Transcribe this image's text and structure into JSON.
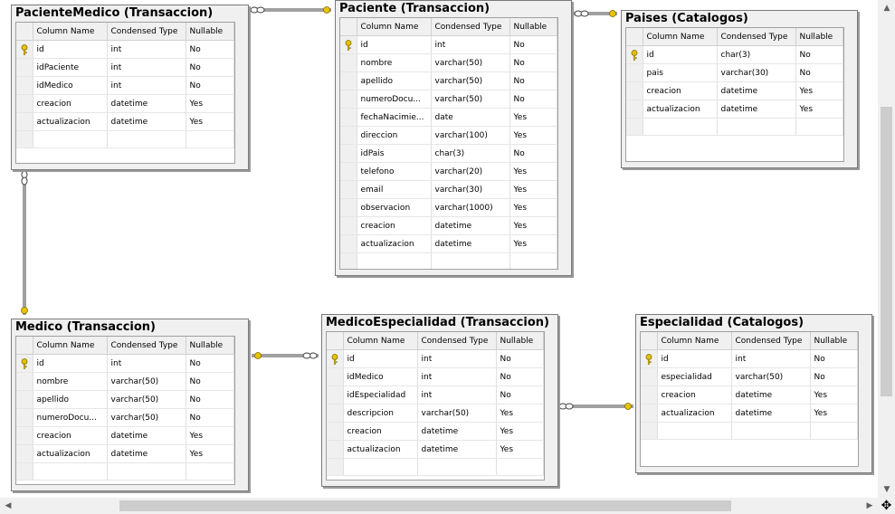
{
  "headers": {
    "col1": "Column Name",
    "col2": "Condensed Type",
    "col3": "Nullable"
  },
  "tables": {
    "pacienteMedico": {
      "title": "PacienteMedico (Transaccion)",
      "rows": [
        {
          "name": "id",
          "type": "int",
          "nullable": "No",
          "pk": true
        },
        {
          "name": "idPaciente",
          "type": "int",
          "nullable": "No",
          "pk": false
        },
        {
          "name": "idMedico",
          "type": "int",
          "nullable": "No",
          "pk": false
        },
        {
          "name": "creacion",
          "type": "datetime",
          "nullable": "Yes",
          "pk": false
        },
        {
          "name": "actualizacion",
          "type": "datetime",
          "nullable": "Yes",
          "pk": false
        }
      ]
    },
    "paciente": {
      "title": "Paciente (Transaccion)",
      "rows": [
        {
          "name": "id",
          "type": "int",
          "nullable": "No",
          "pk": true
        },
        {
          "name": "nombre",
          "type": "varchar(50)",
          "nullable": "No",
          "pk": false
        },
        {
          "name": "apellido",
          "type": "varchar(50)",
          "nullable": "No",
          "pk": false
        },
        {
          "name": "numeroDocu...",
          "type": "varchar(50)",
          "nullable": "No",
          "pk": false
        },
        {
          "name": "fechaNacimie...",
          "type": "date",
          "nullable": "Yes",
          "pk": false
        },
        {
          "name": "direccion",
          "type": "varchar(100)",
          "nullable": "Yes",
          "pk": false
        },
        {
          "name": "idPais",
          "type": "char(3)",
          "nullable": "No",
          "pk": false
        },
        {
          "name": "telefono",
          "type": "varchar(20)",
          "nullable": "Yes",
          "pk": false
        },
        {
          "name": "email",
          "type": "varchar(30)",
          "nullable": "Yes",
          "pk": false
        },
        {
          "name": "observacion",
          "type": "varchar(1000)",
          "nullable": "Yes",
          "pk": false
        },
        {
          "name": "creacion",
          "type": "datetime",
          "nullable": "Yes",
          "pk": false
        },
        {
          "name": "actualizacion",
          "type": "datetime",
          "nullable": "Yes",
          "pk": false
        }
      ]
    },
    "paises": {
      "title": "Paises (Catalogos)",
      "rows": [
        {
          "name": "id",
          "type": "char(3)",
          "nullable": "No",
          "pk": true
        },
        {
          "name": "pais",
          "type": "varchar(30)",
          "nullable": "No",
          "pk": false
        },
        {
          "name": "creacion",
          "type": "datetime",
          "nullable": "Yes",
          "pk": false
        },
        {
          "name": "actualizacion",
          "type": "datetime",
          "nullable": "Yes",
          "pk": false
        }
      ]
    },
    "medico": {
      "title": "Medico (Transaccion)",
      "rows": [
        {
          "name": "id",
          "type": "int",
          "nullable": "No",
          "pk": true
        },
        {
          "name": "nombre",
          "type": "varchar(50)",
          "nullable": "No",
          "pk": false
        },
        {
          "name": "apellido",
          "type": "varchar(50)",
          "nullable": "No",
          "pk": false
        },
        {
          "name": "numeroDocu...",
          "type": "varchar(50)",
          "nullable": "No",
          "pk": false
        },
        {
          "name": "creacion",
          "type": "datetime",
          "nullable": "Yes",
          "pk": false
        },
        {
          "name": "actualizacion",
          "type": "datetime",
          "nullable": "Yes",
          "pk": false
        }
      ]
    },
    "medicoEspecialidad": {
      "title": "MedicoEspecialidad (Transaccion)",
      "rows": [
        {
          "name": "id",
          "type": "int",
          "nullable": "No",
          "pk": true
        },
        {
          "name": "idMedico",
          "type": "int",
          "nullable": "No",
          "pk": false
        },
        {
          "name": "idEspecialidad",
          "type": "int",
          "nullable": "No",
          "pk": false
        },
        {
          "name": "descripcion",
          "type": "varchar(50)",
          "nullable": "Yes",
          "pk": false
        },
        {
          "name": "creacion",
          "type": "datetime",
          "nullable": "Yes",
          "pk": false
        },
        {
          "name": "actualizacion",
          "type": "datetime",
          "nullable": "Yes",
          "pk": false
        }
      ]
    },
    "especialidad": {
      "title": "Especialidad (Catalogos)",
      "rows": [
        {
          "name": "id",
          "type": "int",
          "nullable": "No",
          "pk": true
        },
        {
          "name": "especialidad",
          "type": "varchar(50)",
          "nullable": "No",
          "pk": false
        },
        {
          "name": "creacion",
          "type": "datetime",
          "nullable": "Yes",
          "pk": false
        },
        {
          "name": "actualizacion",
          "type": "datetime",
          "nullable": "Yes",
          "pk": false
        }
      ]
    }
  },
  "colors": {
    "key": "#e8c300",
    "line": "#404040",
    "background": "#ffffff"
  }
}
